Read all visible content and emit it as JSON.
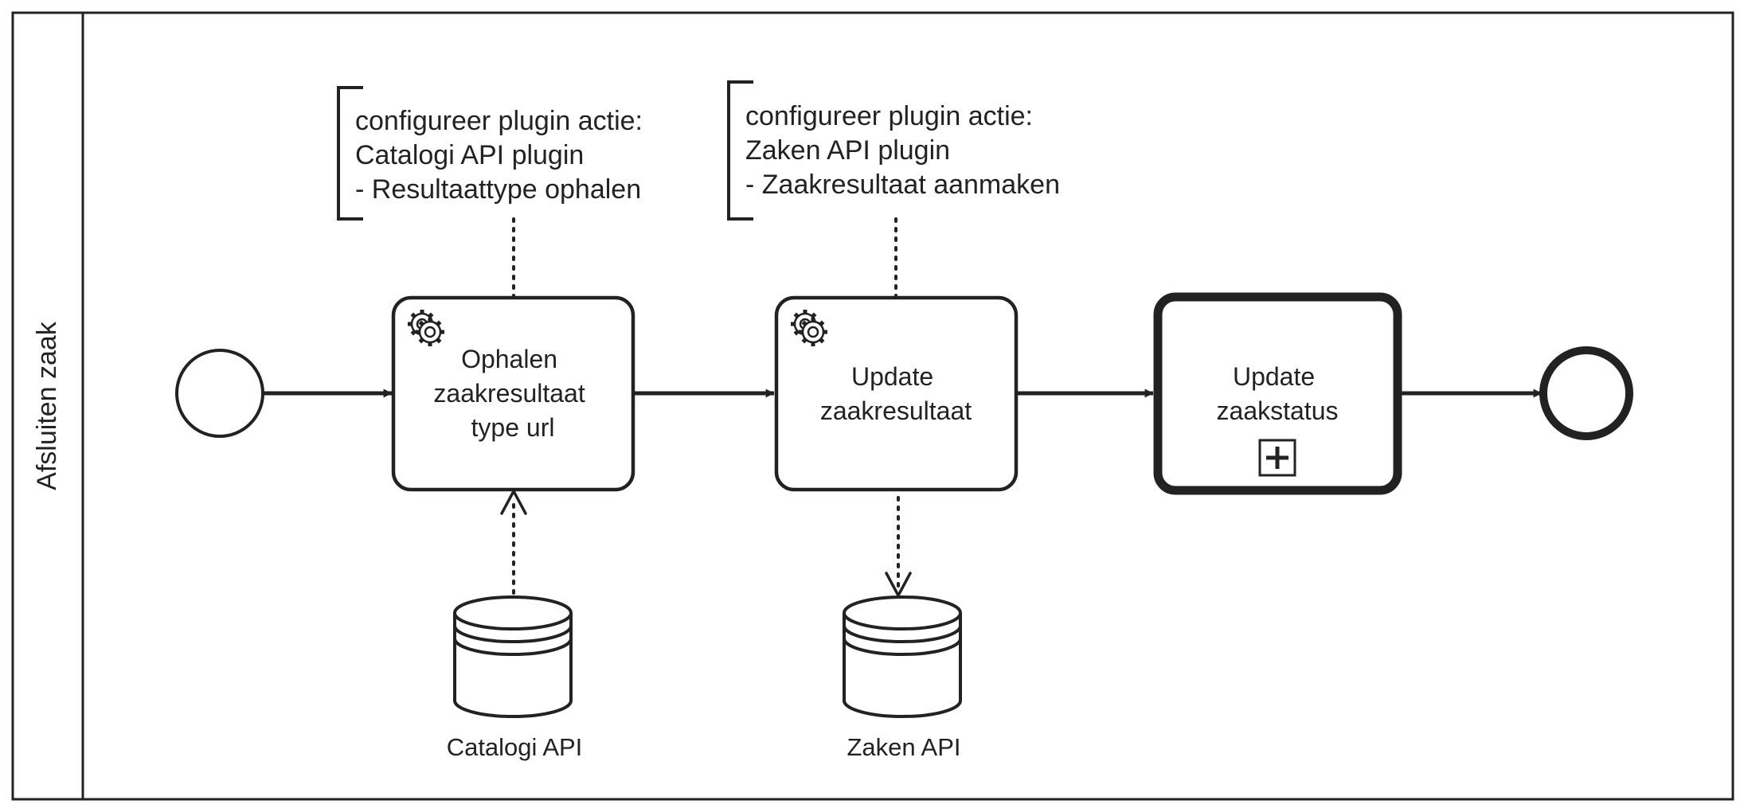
{
  "pool": {
    "lane_label": "Afsluiten zaak"
  },
  "tasks": {
    "ophalen": {
      "type": "service-task",
      "lines": [
        "Ophalen",
        "zaakresultaat",
        "type url"
      ]
    },
    "update_resultaat": {
      "type": "service-task",
      "lines": [
        "Update",
        "zaakresultaat"
      ]
    },
    "update_status": {
      "type": "call-activity",
      "lines": [
        "Update",
        "zaakstatus"
      ]
    }
  },
  "annotations": {
    "catalogi": {
      "lines": [
        "configureer plugin actie:",
        "Catalogi API plugin",
        "- Resultaattype ophalen"
      ]
    },
    "zaken": {
      "lines": [
        "configureer plugin actie:",
        "Zaken API plugin",
        "- Zaakresultaat aanmaken"
      ]
    }
  },
  "data_stores": {
    "catalogi": {
      "label": "Catalogi API"
    },
    "zaken": {
      "label": "Zaken API"
    }
  },
  "icons": {
    "service": "gears-icon",
    "subprocess": "plus-marker-icon"
  },
  "colors": {
    "stroke": "#222222",
    "fill": "#ffffff"
  }
}
